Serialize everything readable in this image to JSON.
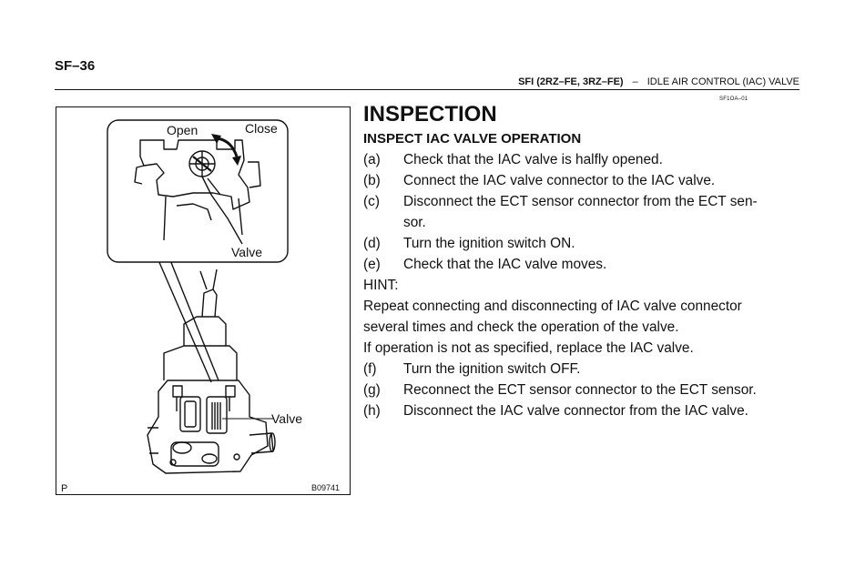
{
  "page_number": "SF–36",
  "header": {
    "system": "SFI (2RZ–FE, 3RZ–FE)",
    "separator": "–",
    "section": "IDLE AIR CONTROL (IAC) VALVE"
  },
  "code_ref": "SF1OA–01",
  "figure": {
    "label_open": "Open",
    "label_close": "Close",
    "label_valve_top": "Valve",
    "label_valve_bottom": "Valve",
    "corner_p": "P",
    "figure_id": "B09741"
  },
  "title": "INSPECTION",
  "subtitle": "INSPECT IAC VALVE OPERATION",
  "steps": {
    "a": {
      "label": "(a)",
      "text": "Check that the IAC valve is halfly opened."
    },
    "b": {
      "label": "(b)",
      "text": "Connect the IAC valve connector to the IAC valve."
    },
    "c": {
      "label": "(c)",
      "text": "Disconnect the ECT sensor connector from the ECT sen-"
    },
    "c2": "sor.",
    "d": {
      "label": "(d)",
      "text": "Turn the ignition switch ON."
    },
    "e": {
      "label": "(e)",
      "text": "Check that the IAC valve moves."
    },
    "hint_label": "HINT:",
    "hint_1": "Repeat connecting and disconnecting of IAC valve connector",
    "hint_2": "several times and check the operation of the valve.",
    "note": "If operation is not as specified, replace the IAC valve.",
    "f": {
      "label": "(f)",
      "text": "Turn the ignition switch OFF."
    },
    "g": {
      "label": "(g)",
      "text": "Reconnect the ECT sensor connector to the ECT sensor."
    },
    "h": {
      "label": "(h)",
      "text": "Disconnect the IAC valve connector from the IAC valve."
    }
  }
}
